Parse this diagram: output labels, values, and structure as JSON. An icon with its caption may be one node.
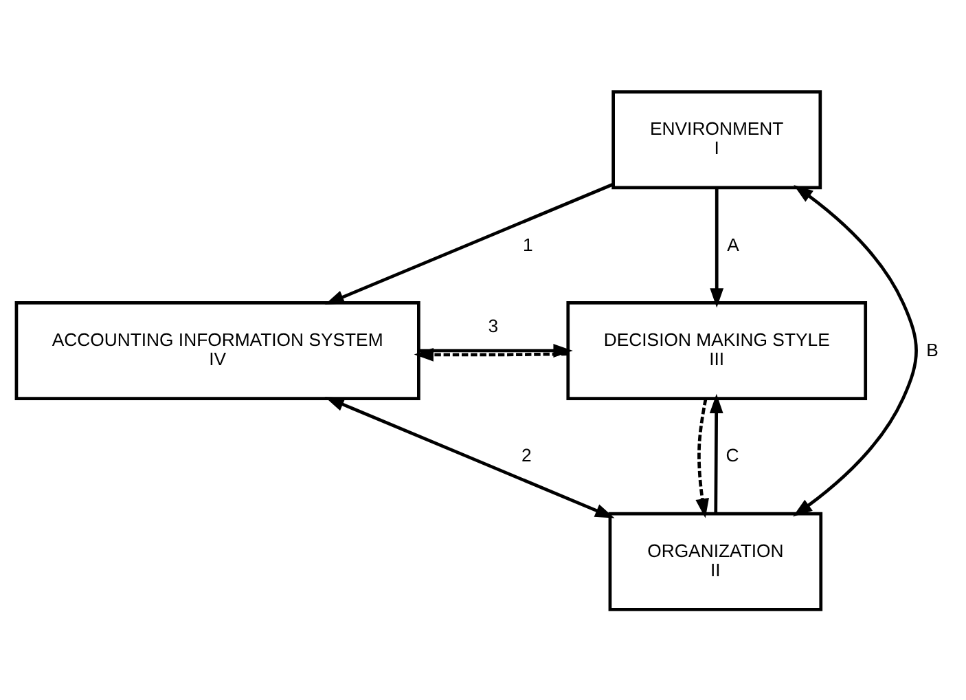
{
  "diagram": {
    "nodes": [
      {
        "text": [
          "ENVIRONMENT",
          "I"
        ]
      },
      {
        "text": [
          "ACCOUNTING INFORMATION SYSTEM",
          "IV"
        ]
      },
      {
        "text": [
          "DECISION MAKING STYLE",
          "III"
        ]
      },
      {
        "text": [
          "ORGANIZATION",
          "II"
        ]
      }
    ],
    "edges": [
      {
        "from": 0,
        "to": 2,
        "arrow": "to",
        "label": "A"
      },
      {
        "from": 0,
        "to": 1,
        "arrow": "to",
        "label": "1"
      },
      {
        "from": 1,
        "to": 2,
        "arrow": "to",
        "label": "3"
      },
      {
        "from": 2,
        "to": 1,
        "arrow": "to",
        "style": "dashed"
      },
      {
        "from": 0,
        "to": 3,
        "arrow": "both",
        "label": "B"
      },
      {
        "from": 1,
        "to": 3,
        "arrow": "both",
        "label": "2"
      },
      {
        "from": 3,
        "to": 2,
        "arrow": "to",
        "label": "C"
      },
      {
        "from": 2,
        "to": 3,
        "arrow": "to",
        "style": "dashed"
      }
    ]
  }
}
